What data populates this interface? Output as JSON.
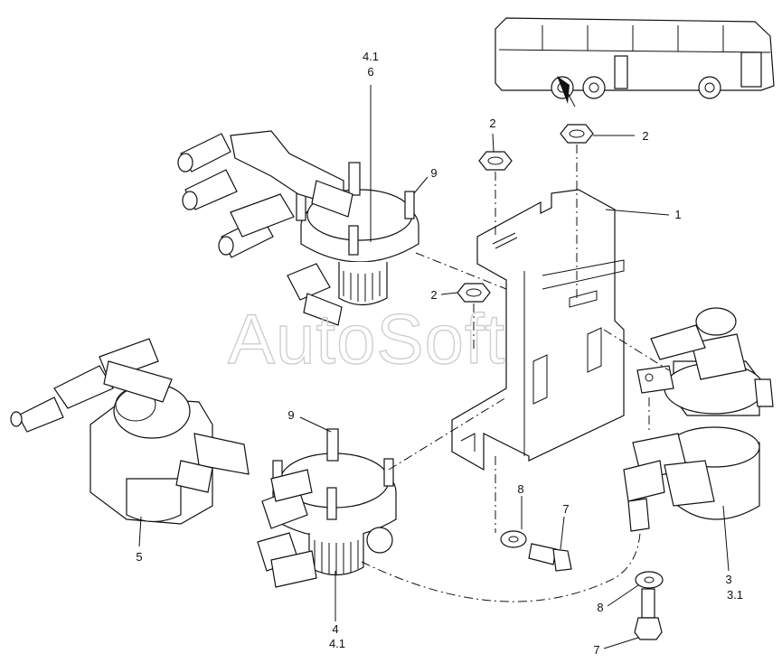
{
  "watermark": "AutoSoft",
  "callouts": {
    "c1": "1",
    "c2a": "2",
    "c2b": "2",
    "c2c": "2",
    "c3": "3",
    "c3_1": "3.1",
    "c4": "4",
    "c4_1a": "4.1",
    "c4_1b": "4.1",
    "c5": "5",
    "c6": "6",
    "c7a": "7",
    "c7b": "7",
    "c8a": "8",
    "c8b": "8",
    "c9a": "9",
    "c9b": "9"
  },
  "colors": {
    "line": "#111111",
    "watermark": "#cfcfcf",
    "background": "#ffffff"
  }
}
